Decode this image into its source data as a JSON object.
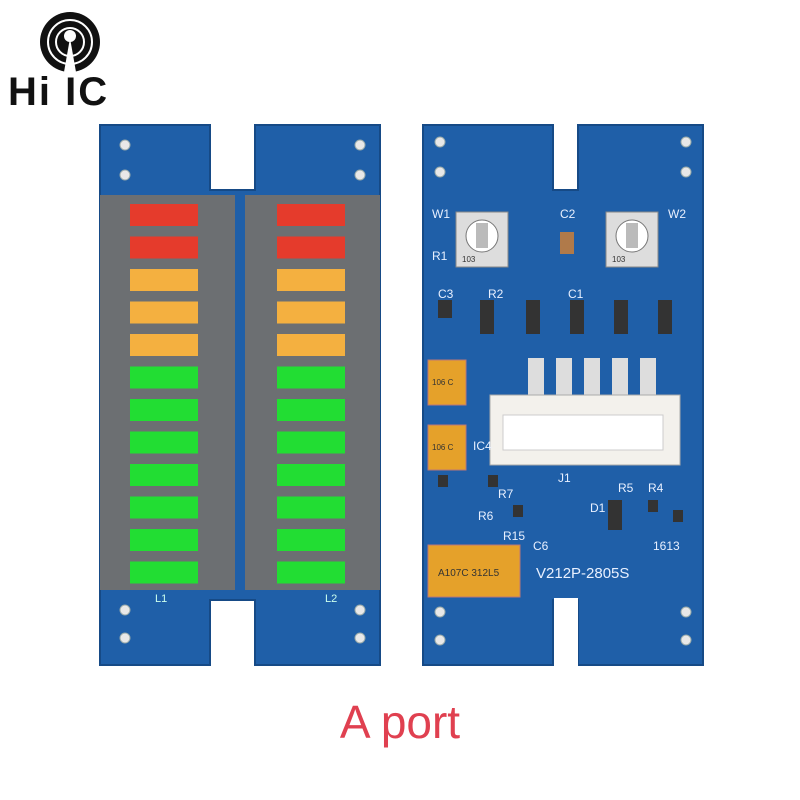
{
  "logo": {
    "text": "Hi IC",
    "accent_color": "#111111"
  },
  "caption": {
    "text": "A port",
    "color": "#e04050"
  },
  "board_left": {
    "label_l1": "L1",
    "label_l2": "L2",
    "segment_colors": [
      "#e53b2c",
      "#e53b2c",
      "#f4b040",
      "#f4b040",
      "#f4b040",
      "#22dd33",
      "#22dd33",
      "#22dd33",
      "#22dd33",
      "#22dd33",
      "#22dd33",
      "#22dd33"
    ]
  },
  "board_right": {
    "labels": {
      "w1": "W1",
      "w2": "W2",
      "c2": "C2",
      "c1": "C1",
      "c3": "C3",
      "r1": "R1",
      "r2": "R2",
      "r4": "R4",
      "r5": "R5",
      "r6": "R6",
      "r7": "R7",
      "r15": "R15",
      "j1": "J1",
      "ic4": "IC4",
      "d1": "D1",
      "c6": "C6",
      "model": "V212P-2805S",
      "date": "1613"
    },
    "pot_text": "103",
    "cap_large_text": "A107C 312L5",
    "cap_small_text": "106 C"
  }
}
